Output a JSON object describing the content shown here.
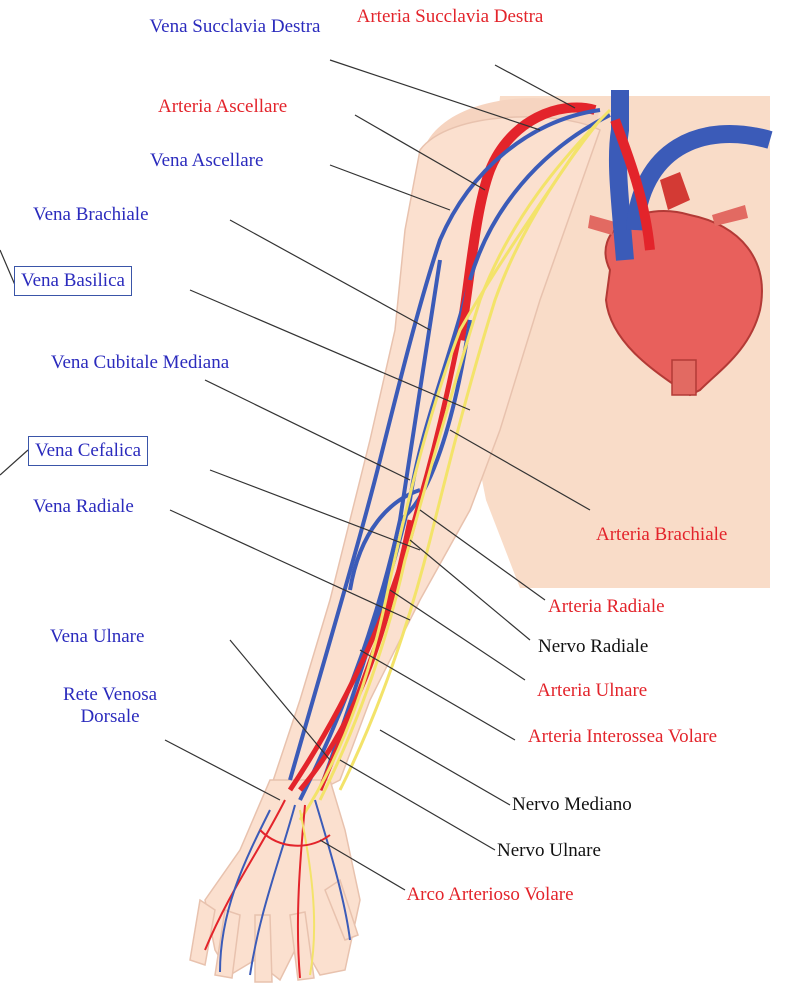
{
  "colors": {
    "vein": "#3b5bb8",
    "artery": "#e3242b",
    "nerve": "#f3e36a",
    "skin": "#fbe0cf",
    "torso": "#f9dcc8",
    "heart": "#e8605c"
  },
  "labels": {
    "vena_succlavia_destra": "Vena Succlavia Destra",
    "arteria_succlavia_destra": "Arteria Succlavia Destra",
    "arteria_ascellare": "Arteria Ascellare",
    "vena_ascellare": "Vena Ascellare",
    "vena_brachiale": "Vena Brachiale",
    "vena_basilica": "Vena Basilica",
    "vena_cubitale_mediana": "Vena Cubitale Mediana",
    "vena_cefalica": "Vena Cefalica",
    "vena_radiale": "Vena Radiale",
    "arteria_brachiale": "Arteria Brachiale",
    "arteria_radiale": "Arteria Radiale",
    "nervo_radiale": "Nervo Radiale",
    "arteria_ulnare": "Arteria Ulnare",
    "vena_ulnare": "Vena Ulnare",
    "rete_venosa_dorsale": "Rete Venosa Dorsale",
    "arteria_interossea_volare": "Arteria Interossea Volare",
    "nervo_mediano": "Nervo Mediano",
    "nervo_ulnare": "Nervo Ulnare",
    "arco_arterioso_volare": "Arco Arterioso Volare"
  }
}
